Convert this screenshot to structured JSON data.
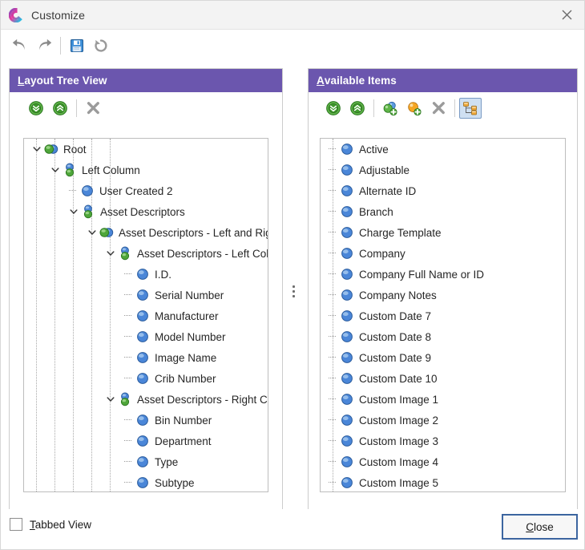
{
  "window": {
    "title": "Customize",
    "logo_icon": "circular-c-logo",
    "close_icon": "close-icon"
  },
  "toolbar": {
    "buttons": [
      {
        "name": "undo-button",
        "icon": "undo-arrow-icon",
        "title": "Undo"
      },
      {
        "name": "redo-button",
        "icon": "redo-arrow-icon",
        "title": "Redo"
      },
      {
        "name": "save-button",
        "icon": "floppy-disk-icon",
        "title": "Save"
      },
      {
        "name": "reset-button",
        "icon": "reset-circular-arrow-icon",
        "title": "Reset"
      }
    ]
  },
  "left_panel": {
    "header": "Layout Tree View",
    "header_mnemonic": "L",
    "toolbar": [
      {
        "name": "expand-all-button",
        "icon": "expand-all-icon",
        "title": "Expand All"
      },
      {
        "name": "collapse-all-button",
        "icon": "collapse-all-icon",
        "title": "Collapse All"
      },
      {
        "name": "delete-button",
        "icon": "delete-x-icon",
        "title": "Delete"
      }
    ],
    "tree": [
      {
        "label": "Root",
        "depth": 0,
        "kind": "split",
        "expanded": true
      },
      {
        "label": "Left Column",
        "depth": 1,
        "kind": "column",
        "expanded": true
      },
      {
        "label": "User Created 2",
        "depth": 2,
        "kind": "leaf"
      },
      {
        "label": "Asset Descriptors",
        "depth": 2,
        "kind": "column",
        "expanded": true
      },
      {
        "label": "Asset Descriptors - Left and Right",
        "depth": 3,
        "kind": "split",
        "expanded": true
      },
      {
        "label": "Asset Descriptors - Left Column",
        "depth": 4,
        "kind": "column",
        "expanded": true
      },
      {
        "label": "I.D.",
        "depth": 5,
        "kind": "leaf"
      },
      {
        "label": "Serial Number",
        "depth": 5,
        "kind": "leaf"
      },
      {
        "label": "Manufacturer",
        "depth": 5,
        "kind": "leaf"
      },
      {
        "label": "Model Number",
        "depth": 5,
        "kind": "leaf"
      },
      {
        "label": "Image Name",
        "depth": 5,
        "kind": "leaf"
      },
      {
        "label": "Crib Number",
        "depth": 5,
        "kind": "leaf"
      },
      {
        "label": "Asset Descriptors - Right Column",
        "depth": 4,
        "kind": "column",
        "expanded": true
      },
      {
        "label": "Bin Number",
        "depth": 5,
        "kind": "leaf"
      },
      {
        "label": "Department",
        "depth": 5,
        "kind": "leaf"
      },
      {
        "label": "Type",
        "depth": 5,
        "kind": "leaf"
      },
      {
        "label": "Subtype",
        "depth": 5,
        "kind": "leaf"
      }
    ]
  },
  "right_panel": {
    "header": "Available Items",
    "header_mnemonic": "A",
    "toolbar": [
      {
        "name": "expand-all-button",
        "icon": "expand-all-icon",
        "title": "Expand All"
      },
      {
        "name": "collapse-all-button",
        "icon": "collapse-all-icon",
        "title": "Collapse All"
      },
      {
        "name": "add-group-button",
        "icon": "add-group-icon",
        "title": "Add Group"
      },
      {
        "name": "add-item-button",
        "icon": "add-item-icon",
        "title": "Add Item"
      },
      {
        "name": "delete-button",
        "icon": "delete-x-icon",
        "title": "Delete"
      },
      {
        "name": "tree-view-toggle",
        "icon": "tree-structure-icon",
        "title": "Tree View",
        "active": true
      }
    ],
    "items": [
      "Active",
      "Adjustable",
      "Alternate ID",
      "Branch",
      "Charge Template",
      "Company",
      "Company Full Name or ID",
      "Company Notes",
      "Custom Date 7",
      "Custom Date 8",
      "Custom Date 9",
      "Custom Date 10",
      "Custom Image 1",
      "Custom Image 2",
      "Custom Image 3",
      "Custom Image 4",
      "Custom Image 5"
    ]
  },
  "splitter": {
    "name": "panel-splitter",
    "icon": "splitter-grip-icon"
  },
  "footer": {
    "tabbed_view_label": "Tabbed View",
    "tabbed_view_mnemonic": "T",
    "tabbed_view_checked": false,
    "close_label": "Close",
    "close_mnemonic": "C"
  },
  "colors": {
    "header_purple": "#6B56AE",
    "focus_blue": "#3C65A0",
    "node_blue": "#4A86D8",
    "node_green": "#4FA63A"
  }
}
